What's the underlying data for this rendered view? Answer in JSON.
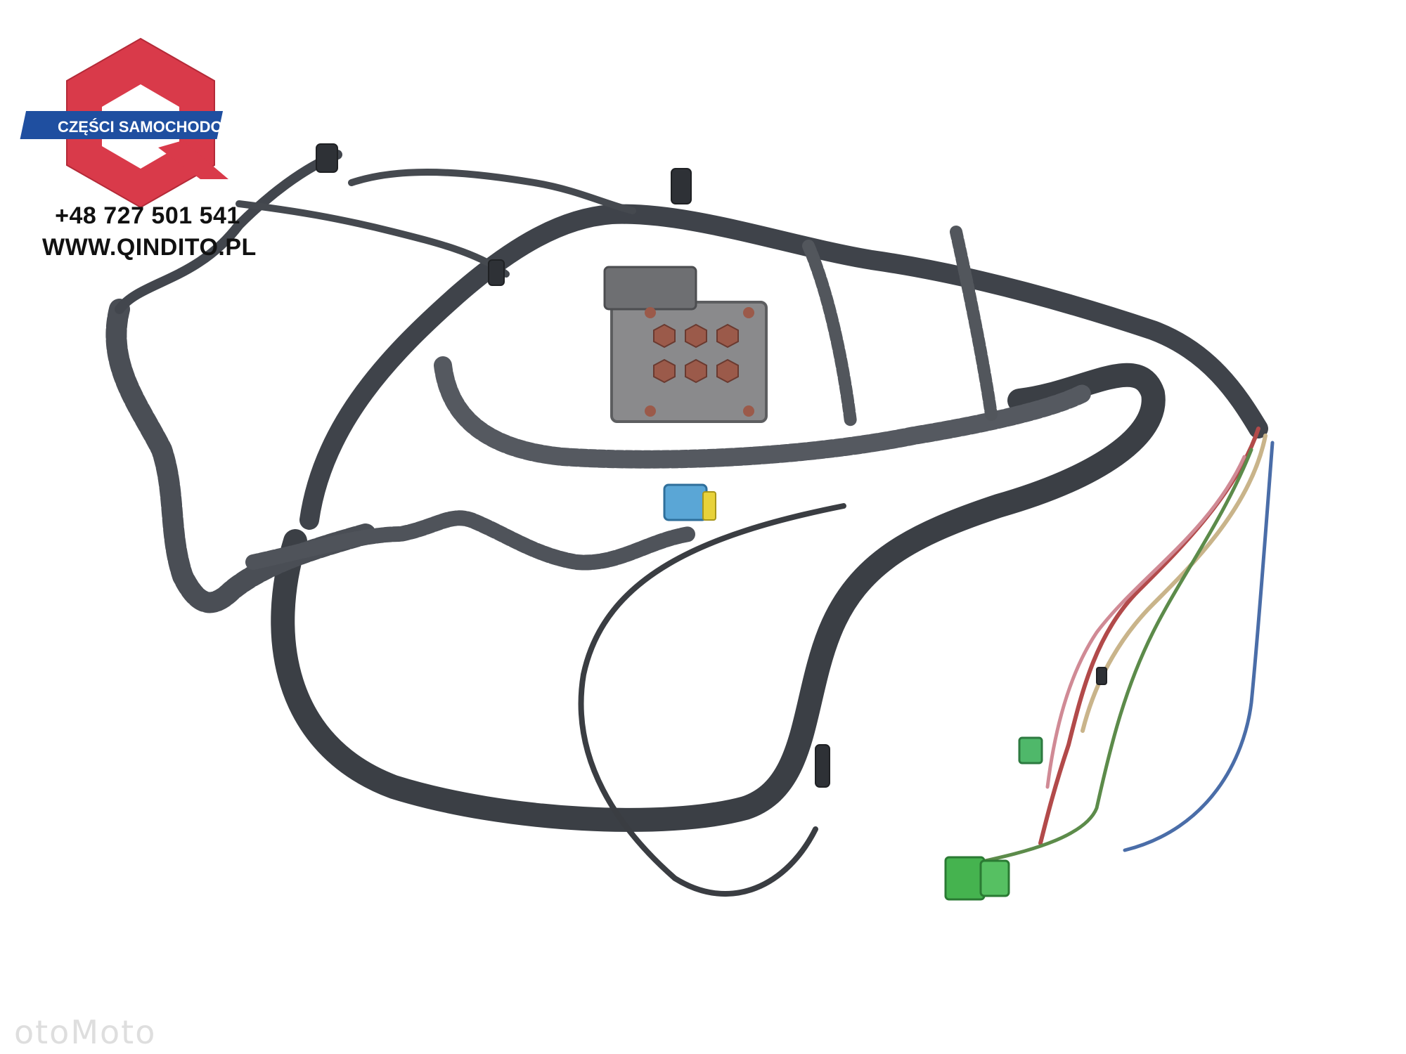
{
  "brand": {
    "banner_text": "CZĘŚCI SAMOCHODOWE",
    "phone": "+48 727 501 541",
    "website": "WWW.QINDITO.PL",
    "logo_color": "#d93a4a",
    "banner_color": "#1f4fa0"
  },
  "watermark": "otoMoto",
  "photo": {
    "subject": "wiring-harness-icon",
    "background": "#ffffff",
    "sheath_color": "#3d4147"
  }
}
